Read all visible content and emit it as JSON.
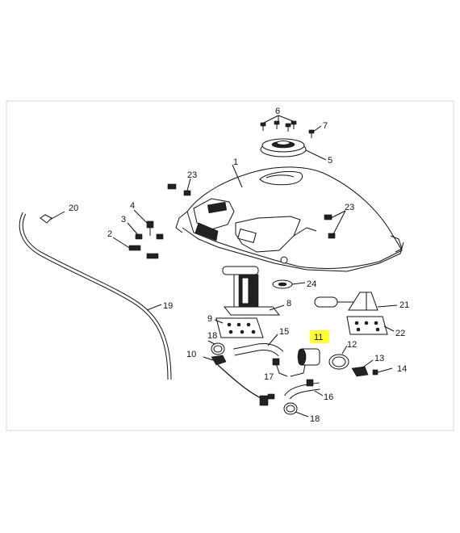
{
  "diagram": {
    "highlight_color": "#ffff33",
    "highlighted_part": "11",
    "callouts": {
      "c1": "1",
      "c2": "2",
      "c3": "3",
      "c4": "4",
      "c5": "5",
      "c6": "6",
      "c7": "7",
      "c8": "8",
      "c9": "9",
      "c10": "10",
      "c11": "11",
      "c12": "12",
      "c13": "13",
      "c14": "14",
      "c15": "15",
      "c16": "16",
      "c17": "17",
      "c18a": "18",
      "c18b": "18",
      "c19": "19",
      "c20": "20",
      "c21": "21",
      "c22": "22",
      "c23a": "23",
      "c23b": "23",
      "c24": "24"
    }
  }
}
